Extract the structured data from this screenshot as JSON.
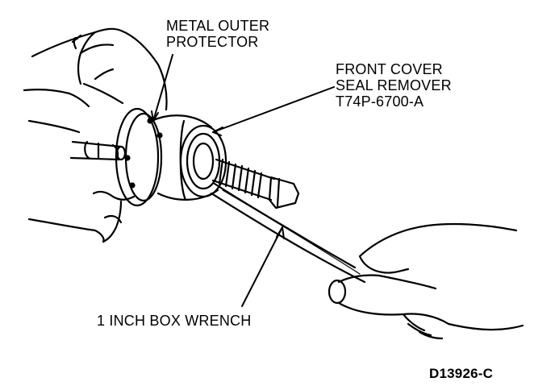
{
  "labels": {
    "metal_outer_protector": [
      "METAL OUTER",
      "PROTECTOR"
    ],
    "front_cover_seal_remover": [
      "FRONT COVER",
      "SEAL REMOVER",
      "T74P-6700-A"
    ],
    "box_wrench": "1 INCH BOX WRENCH"
  },
  "figure_id": "D13926-C",
  "colors": {
    "ink": "#000000",
    "paper": "#ffffff"
  }
}
